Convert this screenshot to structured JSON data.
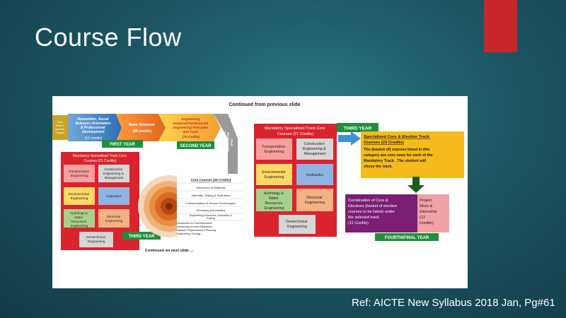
{
  "slide": {
    "title": "Course Flow",
    "reference": "Ref: AICTE New Syllabus 2018 Jan, Pg#61"
  },
  "diagram": {
    "continued_from": "Continued from previous slide",
    "continued_on": "Continued on next slide ...",
    "left_flow": {
      "induction": [
        "Three",
        "Week of",
        "Induction",
        "Program"
      ],
      "humanities": [
        "Humanities, Social",
        "Sciences Orientation",
        "& Professional",
        "Development",
        "(12 credits)"
      ],
      "basic_sciences": [
        "Basic Sciences",
        "(26 credits)"
      ],
      "engineering_sciences": [
        "Engineering",
        "Sciences/Fundamental",
        "Engineering Principles",
        "and Tools",
        "(79 credits)"
      ],
      "civil_core_vertical": [
        "Civil",
        "Engineering",
        "Core Courses",
        "(28 Credits)"
      ],
      "first_year": "FIRST YEAR",
      "second_year": "SECOND YEAR"
    },
    "left_track": {
      "header": [
        "Mandatory Specialised Track Core",
        "Courses (21 Credits)"
      ],
      "transportation": [
        "Transportation",
        "Engineering"
      ],
      "construction": [
        "Construction",
        "Engineering &",
        "Management"
      ],
      "environmental": [
        "Environmental",
        "Engineering"
      ],
      "hydraulics": [
        "Hydraulics"
      ],
      "hydrology": [
        "Hydrology &",
        "Water",
        "Resources",
        "Engineering"
      ],
      "structural": [
        "Structural",
        "Engineering"
      ],
      "geotechnical": [
        "Geotechnical",
        "Engineering"
      ],
      "third_year": "THIRD YEAR"
    },
    "core_list": {
      "header": "Core Courses (28 Credits)",
      "items": [
        "Mechanics of Materials",
        "Materials, Testing & Evaluation",
        "Instrumentation & Sensor Technologies",
        "Surveying &Geomatics",
        "Engineering Economics, Estimation &",
        "Costing",
        "Introduction to Fluid Mechanics",
        "Introduction to Solid Mechanics",
        "Disaster Preparedness & Planning",
        "Engineering Geology"
      ]
    },
    "right_track": {
      "header": [
        "Mandatory Specialised Track Core",
        "Courses (21 Credits)"
      ],
      "transportation": [
        "Transportation",
        "Engineering"
      ],
      "construction": [
        "Construction",
        "Engineering &",
        "Management"
      ],
      "environmental": [
        "Environmental",
        "Engineering"
      ],
      "hydraulics": [
        "Hydraulics"
      ],
      "hydrology": [
        "Hydrology &",
        "Water",
        "Resources",
        "Engineering"
      ],
      "structural": [
        "Structural",
        "Engineering"
      ],
      "geotechnical": [
        "Geotechnical",
        "Engineering"
      ],
      "third_year": "THIRD YEAR"
    },
    "elective_track": {
      "title_lines": [
        "Specialised Core & Elective Track",
        "Courses (23 Credits)"
      ],
      "body_lines": [
        "The (basket of) courses listed in this",
        "category are core ones for each of the",
        "Mandatory Track . The student will",
        "chose the track."
      ]
    },
    "combination": [
      "Combination of Core &",
      "Electives (basket of elective",
      "courses to be listed) under",
      "the selected track",
      "(11 Credits)"
    ],
    "project": [
      "Project",
      "Work &",
      "Internship",
      "(12",
      "Credits)"
    ],
    "fourth_year": "FOURTH/FINAL YEAR",
    "colors": {
      "accent_red": "#c8262a",
      "track_red": "#d9232d",
      "year_green": "#1e8f3e",
      "elective_yellow": "#f5bb1a",
      "combination_purple": "#7a1f74",
      "project_pink": "#f2a1a6",
      "arrow_blue": "#3d8fd8",
      "arrow_green": "#1f5a1f"
    }
  }
}
